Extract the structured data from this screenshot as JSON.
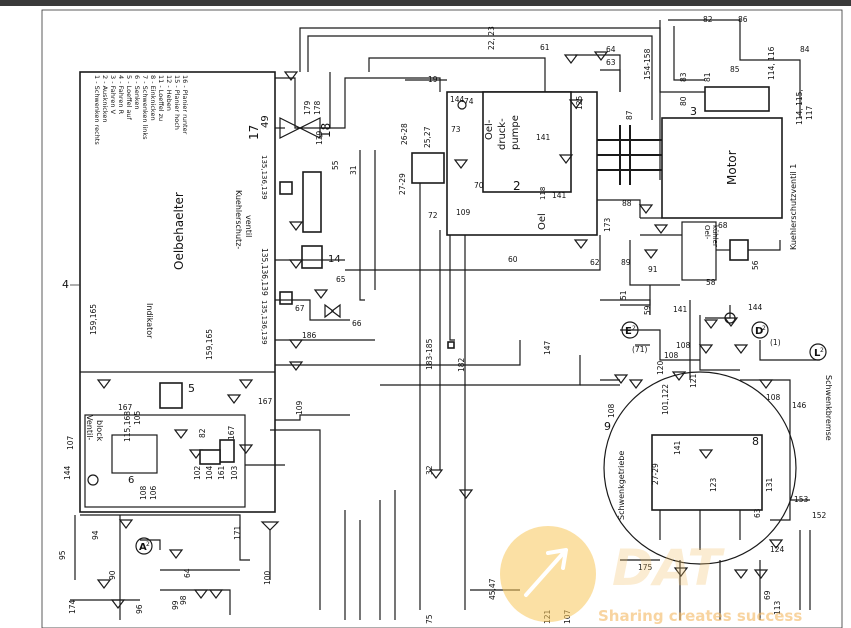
{
  "components": {
    "oil_tank": "Oelbehaelter",
    "oil_pump": [
      "Oel-",
      "druck-",
      "pumpe"
    ],
    "oil_label": "Oel",
    "motor": "Motor",
    "cooler_valve": [
      "Kuehlerschutz-",
      "ventil"
    ],
    "cooler_valve_right": "Kuehlerschutzventil 1",
    "indicator": "Indikator",
    "valve_block": [
      "Ventil-",
      "block"
    ],
    "oil_cooler": [
      "Oel-",
      "kühler"
    ],
    "swing_gear": "Schwenkgetriebe",
    "swing_brake": "Schwenkbremse"
  },
  "legend": [
    "1 - Schwenken rechts",
    "2 - Ausknicken",
    "3 - Fahren V",
    "4 - Fahren R",
    "5 - Loeffel auf",
    "6 - Senken",
    "7 - Schwenken links",
    "8 - Einknicken",
    "11 - Loeffel zu",
    "12 - Heben",
    "15 - Planier hoch",
    "16 - Planier runter"
  ],
  "part_numbers": {
    "n4": "4",
    "n2": "2",
    "n3": "3",
    "n5": "5",
    "n6": "6",
    "n8": "8",
    "n9": "9",
    "n14": "14",
    "n17": "17",
    "n18": "18",
    "n49": "49",
    "n19": "19",
    "n22_23": "22,\n23",
    "n61": "61",
    "n63": "63",
    "n64": "64",
    "n154_158": "154-158",
    "n80": "80",
    "n81": "81",
    "n82": "82",
    "n83": "83",
    "n84": "84",
    "n85": "85",
    "n86": "86",
    "n114_116": "114, 116",
    "n114_115": "114, 115,",
    "n117": "117",
    "n87": "87",
    "n73": "73",
    "n74": "74",
    "n144a": "144",
    "n141a": "141",
    "n141b": "141",
    "n125": "125",
    "n118": "118",
    "n70": "70",
    "n72": "72",
    "n109": "109",
    "n26_28": "26-28",
    "n25_27": "25,27",
    "n27_29": "27-29",
    "n31": "31",
    "n55": "55",
    "n135a": "135,136,139",
    "n135b": "135,136,139",
    "n135c": "135,136,139",
    "n179": "179",
    "n178": "178",
    "n139": "139",
    "n88": "88",
    "n173": "173",
    "n89": "89",
    "n91": "91",
    "n58": "58",
    "n59": "59",
    "n51": "51",
    "n56": "56",
    "n68": "68",
    "n60": "60",
    "n62": "62",
    "n65": "65",
    "n66": "66",
    "n67": "67",
    "n186": "186",
    "n183_185": "183-185",
    "n182": "182",
    "n147": "147",
    "n71": "(71)",
    "n1p": "(1)",
    "n141c": "141",
    "n144b": "144",
    "n108a": "108",
    "n108b": "108",
    "n108c": "108",
    "n108d": "108",
    "n120": "120",
    "n121": "121",
    "n101_122": "101,122",
    "n146": "146",
    "n131": "131",
    "n123": "123",
    "n141d": "141",
    "n27_29b": "27-29",
    "n63b": "63",
    "n153": "153",
    "n152": "152",
    "n124": "124",
    "n113": "113",
    "n69": "69",
    "n175": "175",
    "n159_165a": "159,165",
    "n159_165b": "159,165",
    "n167a": "167",
    "n167b": "167",
    "n167c": "167",
    "n115_168": "115,168",
    "n107": "107",
    "n105": "105",
    "n144c": "144",
    "n108e": "108",
    "n106": "106",
    "n82b": "82",
    "n102": "102",
    "n104": "104",
    "n161": "161",
    "n103": "103",
    "n109b": "109",
    "n32": "32",
    "n171": "171",
    "n100": "100",
    "n94": "94",
    "n95": "95",
    "n90": "90",
    "n64b": "64",
    "n174": "174",
    "n96": "96",
    "n98": "98",
    "n99": "99",
    "n45_47": "45,47",
    "n121b": "121",
    "n107b": "107",
    "n75": "75"
  },
  "markers": {
    "A": "A",
    "A_sup": "2",
    "E": "E",
    "E_sup": "2",
    "D": "D",
    "D_sup": "2",
    "L": "L",
    "L_sup": "2"
  },
  "watermark": {
    "tagline": "Sharing creates success"
  }
}
